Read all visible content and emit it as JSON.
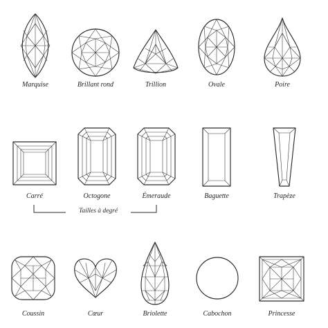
{
  "rows": [
    {
      "gems": [
        {
          "id": "marquise",
          "label": "Marquise",
          "icon": "marquise-cut-icon"
        },
        {
          "id": "brillant",
          "label": "Brillant rond",
          "icon": "round-brilliant-cut-icon"
        },
        {
          "id": "trillion",
          "label": "Trillion",
          "icon": "trillion-cut-icon"
        },
        {
          "id": "ovale",
          "label": "Ovale",
          "icon": "oval-cut-icon"
        },
        {
          "id": "poire",
          "label": "Poire",
          "icon": "pear-cut-icon"
        }
      ]
    },
    {
      "gems": [
        {
          "id": "carre",
          "label": "Carré",
          "icon": "square-step-cut-icon"
        },
        {
          "id": "octogone",
          "label": "Octogone",
          "icon": "octagon-cut-icon"
        },
        {
          "id": "emeraude",
          "label": "Émeraude",
          "icon": "emerald-cut-icon"
        },
        {
          "id": "baguette",
          "label": "Baguette",
          "icon": "baguette-cut-icon"
        },
        {
          "id": "trapeze",
          "label": "Trapèze",
          "icon": "trapeze-cut-icon"
        }
      ]
    },
    {
      "gems": [
        {
          "id": "coussin",
          "label": "Coussin",
          "icon": "cushion-cut-icon"
        },
        {
          "id": "coeur",
          "label": "Cœur",
          "icon": "heart-cut-icon"
        },
        {
          "id": "briolette",
          "label": "Briolette",
          "icon": "briolette-cut-icon"
        },
        {
          "id": "cabochon",
          "label": "Cabochon",
          "icon": "cabochon-cut-icon"
        },
        {
          "id": "princesse",
          "label": "Princesse",
          "icon": "princess-cut-icon"
        }
      ]
    }
  ],
  "step_cuts": {
    "label": "Tailles à degré"
  },
  "colors": {
    "line": "#2b2b2b",
    "background": "#ffffff"
  }
}
